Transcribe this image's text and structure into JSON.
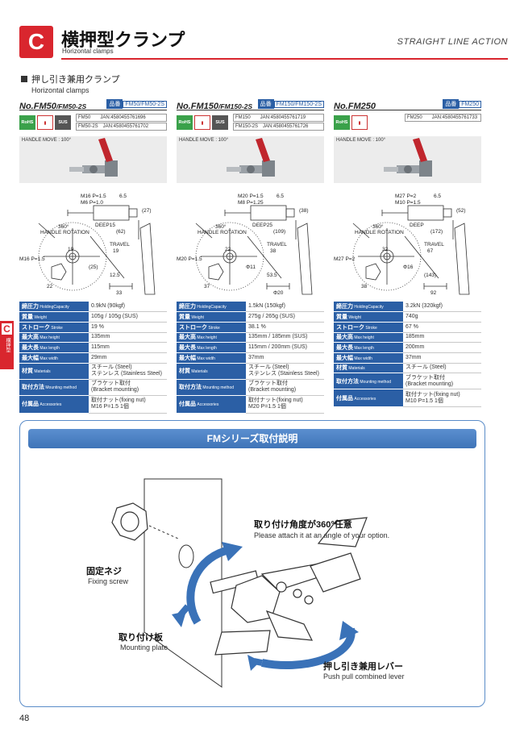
{
  "header": {
    "letter": "C",
    "title": "横押型クランプ",
    "subtitle": "Horizontal clamps",
    "tagline": "STRAIGHT LINE ACTION"
  },
  "section": {
    "title_jp": "押し引き兼用クランプ",
    "title_en": "Horizontal clamps"
  },
  "side_tab": {
    "letter": "C",
    "text": "横押型"
  },
  "icons": {
    "rohs": "RoHS",
    "sus": "SUS",
    "accent": "#d9262e",
    "blue": "#2b5fa5"
  },
  "products": [
    {
      "model_main": "No.FM50",
      "model_sub": "/FM50-2S",
      "tag_label": "品番",
      "tag_value": "FM50/FM50-2S",
      "jan": [
        "FM50　　JAN:4580455761696",
        "FM50-2S　JAN:4580455761702"
      ],
      "handle_move": "HANDLE MOVE : 100°",
      "dims": {
        "a": "M16 P=1.5",
        "b": "M6 P=1.0",
        "c": "6.5",
        "d": "DEEP15",
        "e": "(62)",
        "f": "(27)",
        "rot": "360°",
        "rot2": "HANDLE ROTATION",
        "g": "M16 P=1.5",
        "h": "19",
        "i": "TRAVEL",
        "j": "19",
        "k": "22",
        "l": "33",
        "m": "12.5",
        "n": "(25)"
      },
      "specs": [
        {
          "k": "締圧力",
          "ke": "HoldingCapacity",
          "v": "0.9kN (90kgf)"
        },
        {
          "k": "質量",
          "ke": "Weight",
          "v": "105g / 105g (SUS)"
        },
        {
          "k": "ストローク",
          "ke": "Stroke",
          "v": "19 %"
        },
        {
          "k": "最大高",
          "ke": "Max height",
          "v": "135mm"
        },
        {
          "k": "最大長",
          "ke": "Max length",
          "v": "115mm"
        },
        {
          "k": "最大幅",
          "ke": "Max width",
          "v": "29mm"
        },
        {
          "k": "材質",
          "ke": "Materials",
          "v": "スチール (Steel)",
          "v2": "ステンレス (Stainless Steel)"
        },
        {
          "k": "取付方法",
          "ke": "Mounting method",
          "v": "ブラケット取付",
          "v2": "(Bracket mounting)"
        },
        {
          "k": "付属品",
          "ke": "Accessories",
          "v": "取付ナット(fixing nut)",
          "v2": "M16 P=1.5 1個"
        }
      ]
    },
    {
      "model_main": "No.FM150",
      "model_sub": "/FM150-2S",
      "tag_label": "品番",
      "tag_value": "FM150/FM150-2S",
      "jan": [
        "FM150　　JAN:4580455761719",
        "FM150-2S　JAN:4580455761726"
      ],
      "handle_move": "HANDLE MOVE : 100°",
      "dims": {
        "a": "M20 P=1.5",
        "b": "M8 P=1.25",
        "c": "6.5",
        "d": "DEEP25",
        "e": "(109)",
        "f": "(38)",
        "rot": "360°",
        "rot2": "HANDLE ROTATION",
        "g": "M20 P=1.5",
        "h": "22",
        "i": "TRAVEL",
        "j": "38",
        "k": "37",
        "l": "Φ20",
        "m": "53.5",
        "n": "Φ11"
      },
      "specs": [
        {
          "k": "締圧力",
          "ke": "HoldingCapacity",
          "v": "1.5kN (150kgf)"
        },
        {
          "k": "質量",
          "ke": "Weight",
          "v": "275g / 265g (SUS)"
        },
        {
          "k": "ストローク",
          "ke": "Stroke",
          "v": "38.1 %"
        },
        {
          "k": "最大高",
          "ke": "Max height",
          "v": "135mm / 185mm (SUS)"
        },
        {
          "k": "最大長",
          "ke": "Max length",
          "v": "115mm / 200mm (SUS)"
        },
        {
          "k": "最大幅",
          "ke": "Max width",
          "v": "37mm"
        },
        {
          "k": "材質",
          "ke": "Materials",
          "v": "スチール (Steel)",
          "v2": "ステンレス (Stainless Steel)"
        },
        {
          "k": "取付方法",
          "ke": "Mounting method",
          "v": "ブラケット取付",
          "v2": "(Bracket mounting)"
        },
        {
          "k": "付属品",
          "ke": "Accessories",
          "v": "取付ナット(fixing nut)",
          "v2": "M20 P=1.5 1個"
        }
      ]
    },
    {
      "model_main": "No.FM250",
      "model_sub": "",
      "tag_label": "品番",
      "tag_value": "FM250",
      "jan": [
        "FM250　　JAN:4580455761733"
      ],
      "handle_move": "HANDLE MOVE : 100°",
      "dims": {
        "a": "M27 P=2",
        "b": "M10 P=1.5",
        "c": "6.5",
        "d": "DEEP",
        "e": "(172)",
        "f": "(52)",
        "rot": "360°",
        "rot2": "HANDLE ROTATION",
        "g": "M27 P=2",
        "h": "32",
        "i": "TRAVEL",
        "j": "67",
        "k": "38",
        "l": "92",
        "m": "(143)",
        "n": "Φ16"
      },
      "specs": [
        {
          "k": "締圧力",
          "ke": "HoldingCapacity",
          "v": "3.2kN (320kgf)"
        },
        {
          "k": "質量",
          "ke": "Weight",
          "v": "740g"
        },
        {
          "k": "ストローク",
          "ke": "Stroke",
          "v": "67 %"
        },
        {
          "k": "最大高",
          "ke": "Max height",
          "v": "185mm"
        },
        {
          "k": "最大長",
          "ke": "Max length",
          "v": "200mm"
        },
        {
          "k": "最大幅",
          "ke": "Max width",
          "v": "37mm"
        },
        {
          "k": "材質",
          "ke": "Materials",
          "v": "スチール (Steel)"
        },
        {
          "k": "取付方法",
          "ke": "Mounting method",
          "v": "ブラケット取付",
          "v2": "(Bracket mounting)"
        },
        {
          "k": "付属品",
          "ke": "Accessories",
          "v": "取付ナット(fixing nut)",
          "v2": "M10 P=1.5 1個"
        }
      ]
    }
  ],
  "fm": {
    "title": "FMシリーズ取付説明",
    "angle_jp": "取り付け角度が360°任意",
    "angle_en": "Please attach it at an angle of your option.",
    "screw_jp": "固定ネジ",
    "screw_en": "Fixing screw",
    "plate_jp": "取り付け板",
    "plate_en": "Mounting plate",
    "lever_jp": "押し引き兼用レバー",
    "lever_en": "Push pull combined lever"
  },
  "page_number": "48"
}
